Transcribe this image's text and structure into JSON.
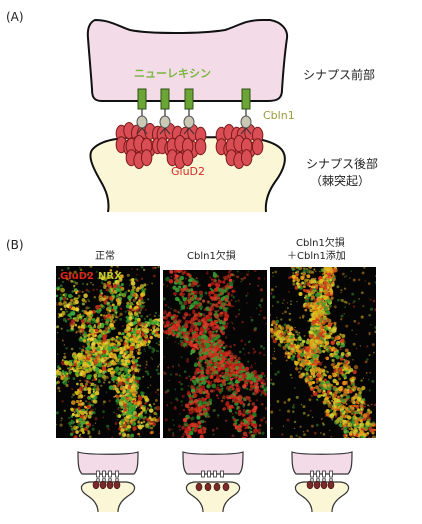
{
  "panel_a": {
    "tag": "(A)",
    "pre_label": "シナプス前部",
    "post_label": "シナプス後部",
    "post_sub": "（棘突起）",
    "neurexin": "ニューレキシン",
    "cbln1": "Cbln1",
    "glud2": "GluD2"
  },
  "panel_b": {
    "tag": "(B)",
    "col1": "正常",
    "col2": "Cbln1欠損",
    "col3_line1": "Cbln1欠損",
    "col3_line2": "＋Cbln1添加",
    "legend_glud2": "GluD2",
    "legend_nrx": "NRX"
  },
  "colors": {
    "pre_fill": "#f3dbe8",
    "post_fill": "#fbf7d6",
    "green_bar": "#6aa535",
    "knob": "#c9c9b5",
    "receptor": "#d94d55",
    "glud2_text": "#d62a2a",
    "neurexin_text": "#7bb640",
    "cbln1_text": "#9a9a3a",
    "legend_red": "#e0241c",
    "legend_yellow": "#c6c92a"
  }
}
